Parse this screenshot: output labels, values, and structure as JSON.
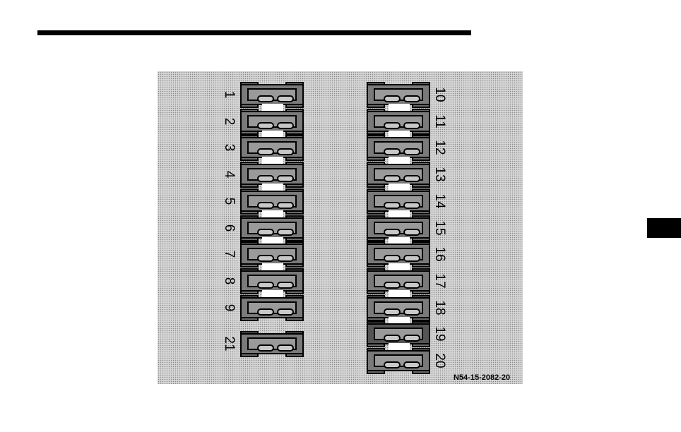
{
  "diagram": {
    "code": "N54-15-2082-20",
    "left_column": [
      "1",
      "2",
      "3",
      "4",
      "5",
      "6",
      "7",
      "8",
      "9"
    ],
    "left_bottom": "21",
    "right_column": [
      "10",
      "11",
      "12",
      "13",
      "14",
      "15",
      "16",
      "17",
      "18",
      "19",
      "20"
    ]
  }
}
